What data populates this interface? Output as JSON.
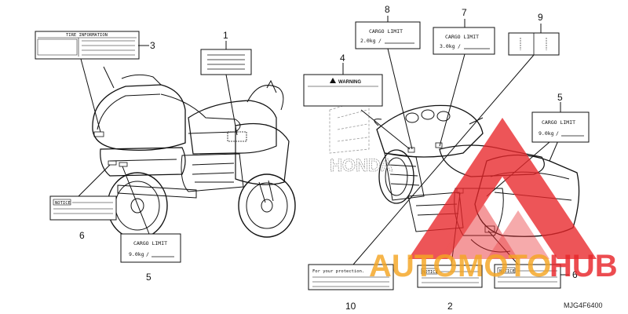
{
  "diagram": {
    "part_code": "MJG4F6400",
    "callouts": [
      "1",
      "2",
      "3",
      "4",
      "5",
      "5",
      "6",
      "6",
      "7",
      "8",
      "9",
      "10"
    ],
    "labels": {
      "warning": "WARNING",
      "notice": "NOTICE",
      "cargo_limit": "CARGO LIMIT",
      "cargo_2": "2.0kg",
      "cargo_3": "3.0kg",
      "cargo_9a": "9.0kg",
      "cargo_9b": "9.0kg",
      "protection": "For your protection.",
      "tire_header": "TIRE INFORMATION",
      "brand": "HONDA"
    },
    "watermark": {
      "brand_auto": "AUTO",
      "brand_moto": "MOTO",
      "brand_hub": "HUB",
      "color_red": "#e8262a",
      "color_orange": "#f5a623"
    }
  }
}
